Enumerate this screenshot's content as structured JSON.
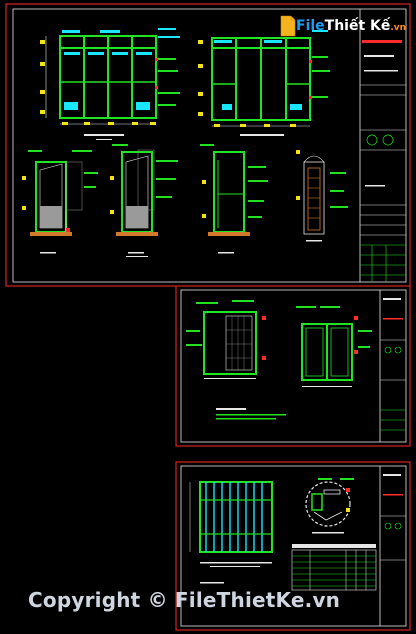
{
  "watermark": {
    "logo_part1": "File",
    "logo_part2": "Thiết Kế",
    "logo_part3": ".vn",
    "copyright": "Copyright © FileThietKe.vn"
  },
  "colors": {
    "background": "#000000",
    "frame": "#ff2a2a",
    "line": "#e6e6e6",
    "green": "#22e322",
    "cyan": "#19e6ff",
    "yellow": "#f2e21a",
    "magenta": "#ff3cff",
    "orange": "#d27a2a",
    "logo_blue": "#1d9bf0"
  },
  "icons": [
    "wood-door-elevation-icon",
    "door-section-icon",
    "door-plan-icon",
    "title-block-icon",
    "logo-file-icon"
  ]
}
